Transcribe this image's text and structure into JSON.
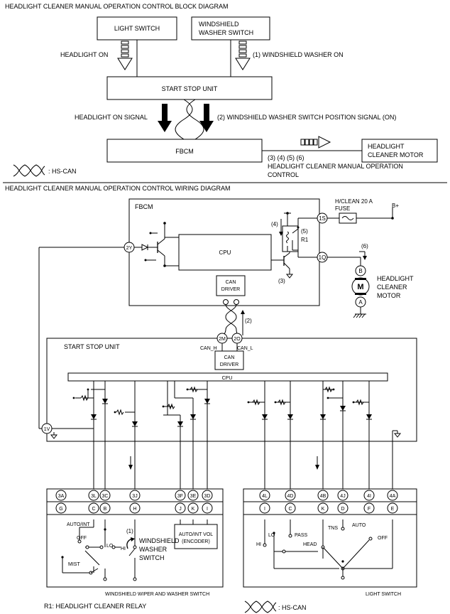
{
  "block_diagram": {
    "title": "HEADLIGHT CLEANER MANUAL OPERATION CONTROL BLOCK DIAGRAM",
    "light_switch": "LIGHT SWITCH",
    "washer_switch_line1": "WINDSHIELD",
    "washer_switch_line2": "WASHER SWITCH",
    "headlight_on": "HEADLIGHT ON",
    "washer_on": "(1) WINDSHIELD WASHER ON",
    "start_stop_unit": "START STOP UNIT",
    "headlight_on_signal": "HEADLIGHT ON SIGNAL",
    "washer_position_signal": "(2) WINDSHIELD WASHER SWITCH POSITION SIGNAL (ON)",
    "fbcm": "FBCM",
    "motor_line1": "HEADLIGHT",
    "motor_line2": "CLEANER MOTOR",
    "control_line1": "(3) (4) (5) (6)",
    "control_line2": "HEADLIGHT CLEANER MANUAL OPERATION",
    "control_line3": "CONTROL",
    "legend_hscan": ": HS-CAN"
  },
  "wiring_diagram": {
    "title": "HEADLIGHT CLEANER MANUAL OPERATION CONTROL WIRING DIAGRAM",
    "fbcm": "FBCM",
    "cpu": "CPU",
    "can_driver_line1": "CAN",
    "can_driver_line2": "DRIVER",
    "fuse_line1": "H/CLEAN 20 A",
    "fuse_line2": "FUSE",
    "battery": "B+",
    "relay": "R1",
    "motor_line1": "HEADLIGHT",
    "motor_line2": "CLEANER",
    "motor_line3": "MOTOR",
    "motor_symbol": "M",
    "step3": "(3)",
    "step4": "(4)",
    "step5": "(5)",
    "step6": "(6)",
    "step2": "(2)",
    "step1": "(1)",
    "start_stop_unit": "START STOP UNIT",
    "can_h": "CAN_H",
    "can_l": "CAN_L",
    "terminals": {
      "t1S": "1S",
      "t1Q": "1Q",
      "t2Y": "2Y",
      "t2M": "2M",
      "t2O": "2O",
      "tB": "B",
      "tA": "A",
      "t1V": "1V"
    },
    "washer_connector_top": [
      "3A",
      "3L",
      "3C",
      "3J",
      "3F",
      "3E",
      "3D"
    ],
    "washer_connector_bottom": [
      "G",
      "C",
      "B",
      "H",
      "J",
      "K",
      "I"
    ],
    "light_connector_top": [
      "4L",
      "4D",
      "4B",
      "4J",
      "4I",
      "4A"
    ],
    "light_connector_bottom": [
      "I",
      "C",
      "K",
      "D",
      "F",
      "E"
    ],
    "washer_switch": {
      "auto_int": "AUTO/INT",
      "off": "OFF",
      "lo": "LO",
      "hi": "HI",
      "mist": "MIST",
      "label_line1": "WINDSHIELD",
      "label_line2": "WASHER",
      "label_line3": "SWITCH",
      "encoder_line1": "AUTO/INT VOL",
      "encoder_line2": "(ENCODER)",
      "caption": "WINDSHIELD WIPER AND WASHER SWITCH"
    },
    "light_switch": {
      "lo": "LO",
      "pass": "PASS",
      "hi": "HI",
      "tns": "TNS",
      "head": "HEAD",
      "auto": "AUTO",
      "off": "OFF",
      "caption": "LIGHT SWITCH"
    },
    "footer_relay": "R1: HEADLIGHT CLEANER RELAY",
    "footer_hscan": ": HS-CAN"
  }
}
